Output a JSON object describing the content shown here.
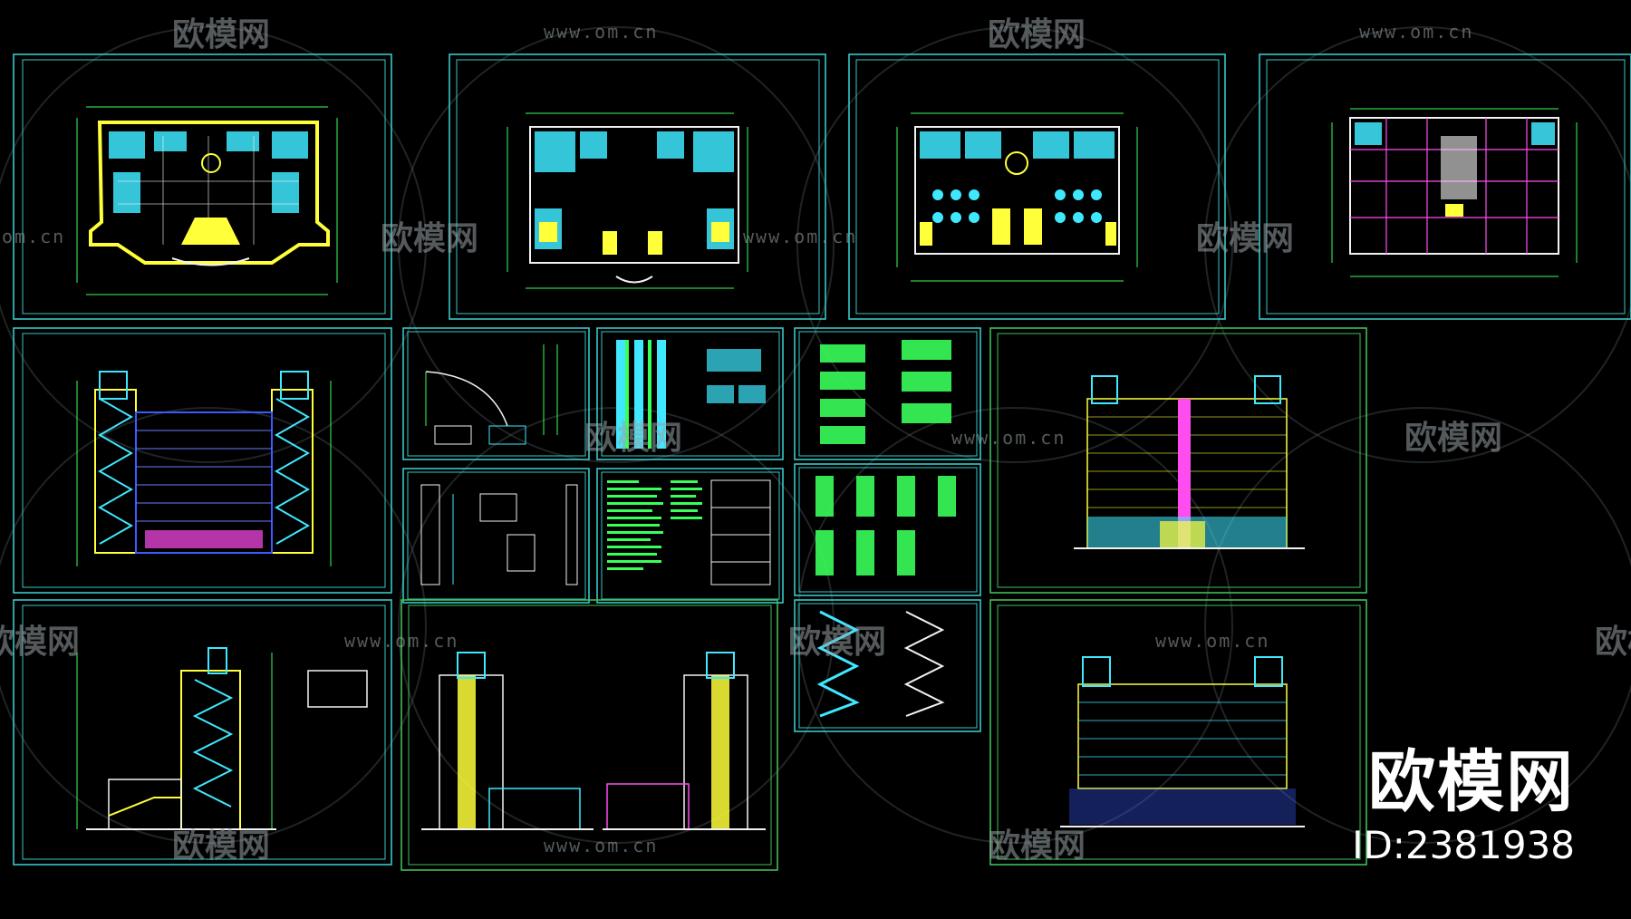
{
  "watermark": {
    "brand": "欧模网",
    "url": "www.om.cn",
    "url_partial": "om.cn"
  },
  "badge": {
    "brand": "欧模网",
    "id_text": "ID:2381938"
  },
  "colors": {
    "background": "#000000",
    "frame_cyan": "#37c9c9",
    "frame_green": "#3fbf58",
    "cad_yellow": "#ffff3a",
    "cad_cyan": "#3fe8ff",
    "cad_green": "#39ff5a",
    "cad_magenta": "#ff4cf0",
    "cad_white": "#f2f2f2"
  },
  "sheets": [
    {
      "id": "plan-1",
      "kind": "floor-plan"
    },
    {
      "id": "plan-2",
      "kind": "floor-plan"
    },
    {
      "id": "plan-3",
      "kind": "floor-plan"
    },
    {
      "id": "plan-4",
      "kind": "floor-plan"
    },
    {
      "id": "section-1",
      "kind": "section"
    },
    {
      "id": "detail-1",
      "kind": "details"
    },
    {
      "id": "detail-2",
      "kind": "details"
    },
    {
      "id": "detail-3",
      "kind": "details"
    },
    {
      "id": "detail-4",
      "kind": "details"
    },
    {
      "id": "notes-1",
      "kind": "notes"
    },
    {
      "id": "detail-5",
      "kind": "details"
    },
    {
      "id": "stair-1",
      "kind": "stairs"
    },
    {
      "id": "elevation-front",
      "kind": "elevation"
    },
    {
      "id": "section-2",
      "kind": "section"
    },
    {
      "id": "elevation-sides",
      "kind": "elevation"
    },
    {
      "id": "elevation-rear",
      "kind": "elevation"
    }
  ]
}
